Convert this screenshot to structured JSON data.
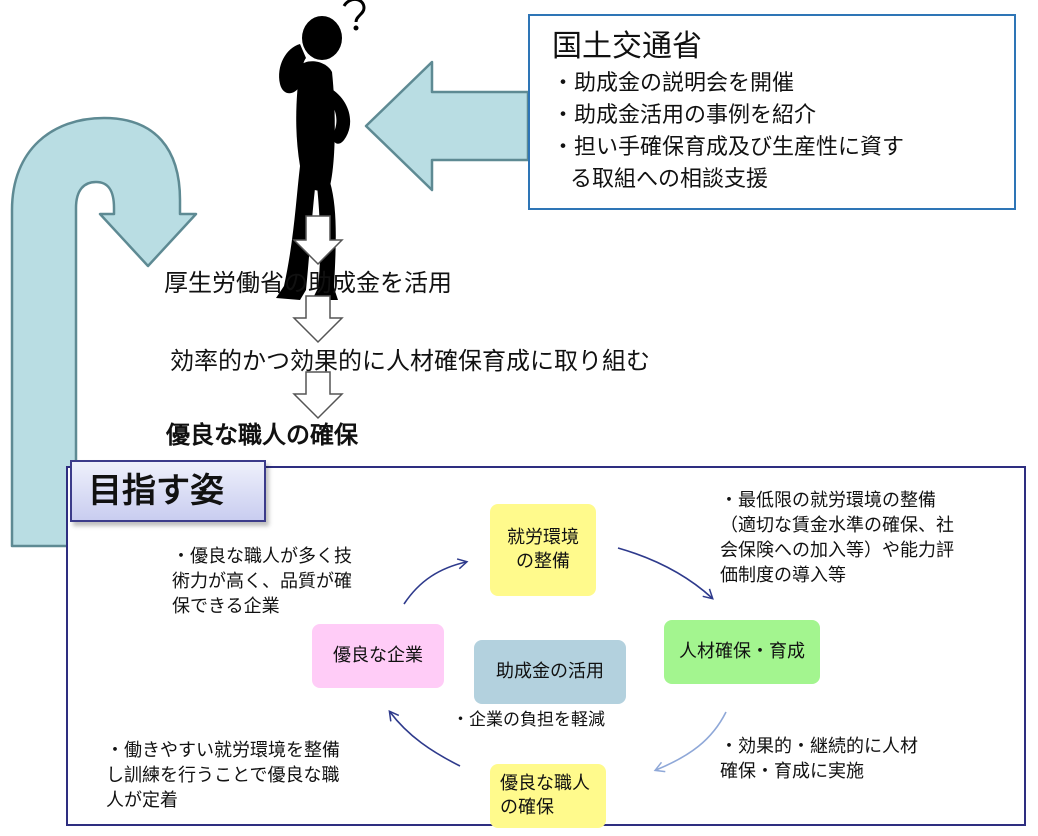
{
  "mlit": {
    "title": "国土交通省",
    "items": [
      "・助成金の説明会を開催",
      "・助成金活用の事例を紹介",
      "・担い手確保育成及び生産性に資す",
      "る取組への相談支援"
    ]
  },
  "steps": [
    "厚生労働省の助成金を活用",
    "効率的かつ効果的に人材確保育成に取り組む",
    "優良な職人の確保"
  ],
  "goal": {
    "title": "目指す姿",
    "nodes": {
      "work_env": [
        "就労環境",
        "の整備"
      ],
      "hr": "人材確保・育成",
      "craftsmen": [
        "優良な職人",
        "の確保"
      ],
      "company": "優良な企業",
      "subsidy": "助成金の活用"
    },
    "notes": {
      "top_left": [
        "・優良な職人が多く技",
        "術力が高く、品質が確",
        "保できる企業"
      ],
      "top_right": [
        "・最低限の就労環境の整備",
        "（適切な賃金水準の確保、社",
        "会保険への加入等）や能力評",
        "価制度の導入等"
      ],
      "center": "・企業の負担を軽減",
      "bottom_right": [
        "・効果的・継続的に人材",
        "確保・育成に実施"
      ],
      "bottom_left": [
        "・働きやすい就労環境を整備",
        "し訓練を行うことで優良な職",
        "人が定着"
      ]
    }
  },
  "colors": {
    "arrow_fill": "#b9dde3",
    "arrow_stroke": "#5e8a93",
    "frame": "#2e2e80",
    "cycle_arrow": "#2e3a8c",
    "box_border": "#2e75b6"
  }
}
